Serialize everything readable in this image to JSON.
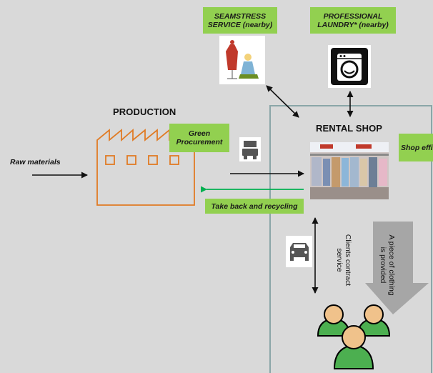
{
  "diagram": {
    "raw_materials": "Raw materials",
    "production_title": "PRODUCTION",
    "green_procurement": "Green Procurement",
    "seamstress": "SEAMSTRESS SERVICE (nearby)",
    "laundry": "PROFESSIONAL LAUNDRY* (nearby)",
    "rental_shop_title": "RENTAL SHOP",
    "shop_efficiency": "Shop efficiency",
    "take_back": "Take back and recycling",
    "clients_contract": "Clients contract service",
    "piece_of_clothing": "A piece of clothing is provided",
    "icons": [
      "factory-icon",
      "truck-icon",
      "washing-machine-icon",
      "seamstress-illustration",
      "shop-photo",
      "car-icon",
      "customers-icon"
    ],
    "colors": {
      "background": "#d9d9d9",
      "label_green": "#92d050",
      "return_arrow": "#00b050",
      "factory_outline": "#e07b24",
      "shop_border": "#8aa6a8",
      "big_arrow": "#a6a6a6"
    }
  }
}
